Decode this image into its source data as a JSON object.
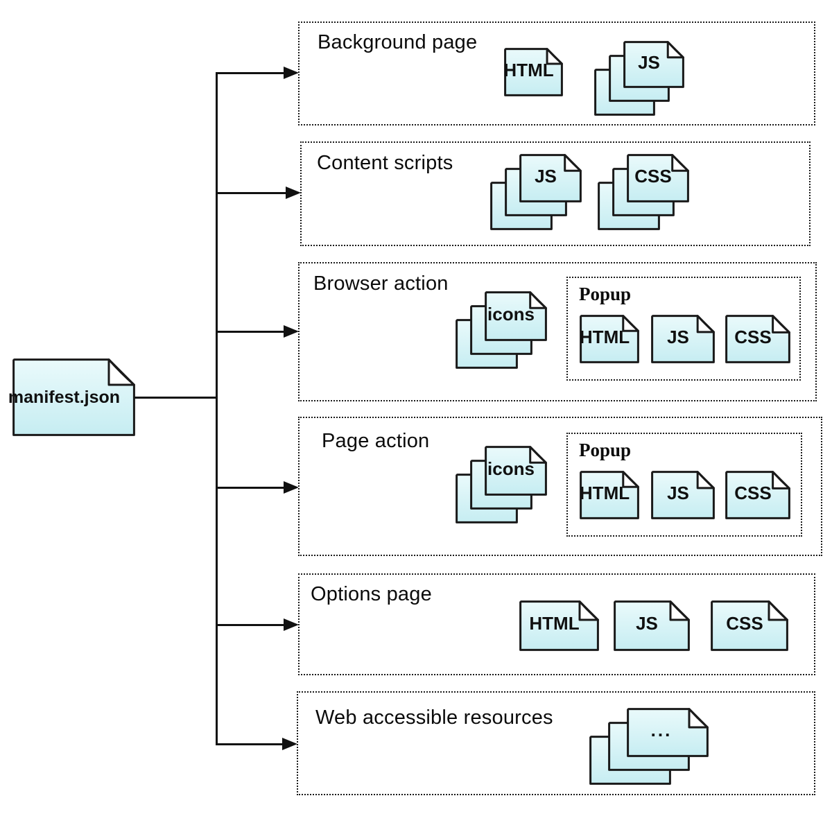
{
  "root": {
    "label": "manifest.json"
  },
  "sections": [
    {
      "title": "Background page",
      "files": {
        "single": "HTML",
        "stack": "JS"
      }
    },
    {
      "title": "Content scripts",
      "files": {
        "stack1": "JS",
        "stack2": "CSS"
      }
    },
    {
      "title": "Browser action",
      "files": {
        "stack": "icons"
      },
      "popup": {
        "title": "Popup",
        "files": [
          "HTML",
          "JS",
          "CSS"
        ]
      }
    },
    {
      "title": "Page action",
      "files": {
        "stack": "icons"
      },
      "popup": {
        "title": "Popup",
        "files": [
          "HTML",
          "JS",
          "CSS"
        ]
      }
    },
    {
      "title": "Options page",
      "files": [
        "HTML",
        "JS",
        "CSS"
      ]
    },
    {
      "title": "Web accessible resources",
      "files": {
        "stack": "..."
      }
    }
  ],
  "colors": {
    "doc_fill_top": "#eafafb",
    "doc_fill_bottom": "#c6edf2",
    "line": "#111111",
    "border": "#1a1a1a"
  }
}
